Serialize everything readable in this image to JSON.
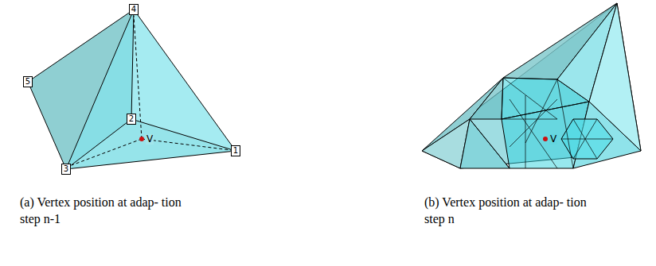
{
  "diagram": {
    "nodes": [
      {
        "text": [
          "4"
        ]
      },
      {
        "text": [
          "5"
        ]
      },
      {
        "text": [
          "2"
        ]
      },
      {
        "text": [
          "1"
        ]
      },
      {
        "text": [
          "3"
        ]
      }
    ],
    "edges": [
      {
        "from": 0,
        "to": 1,
        "arrow": "none"
      },
      {
        "from": 1,
        "to": 4,
        "arrow": "none"
      },
      {
        "from": 0,
        "to": 4,
        "arrow": "none"
      },
      {
        "from": 0,
        "to": 3,
        "arrow": "none"
      },
      {
        "from": 4,
        "to": 3,
        "arrow": "none"
      },
      {
        "from": 0,
        "to": 2,
        "arrow": "none"
      },
      {
        "from": 2,
        "to": 4,
        "arrow": "none"
      },
      {
        "from": 2,
        "to": 3,
        "arrow": "none"
      }
    ],
    "labels": [
      "V",
      "V",
      "(a) Vertex position at adap- tion step n-1",
      "(b) Vertex position at adap- tion step n"
    ]
  }
}
